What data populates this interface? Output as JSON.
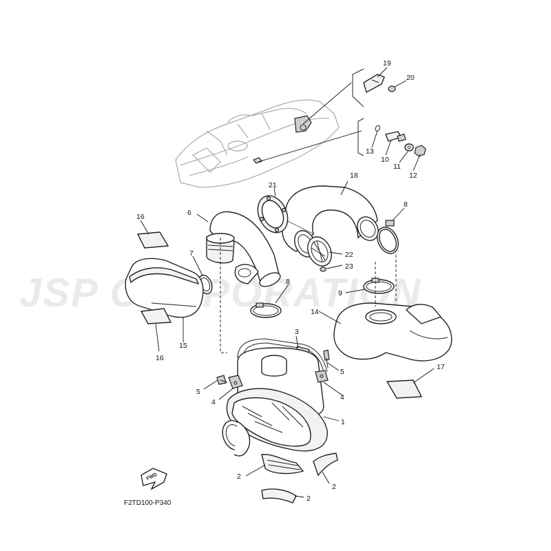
{
  "diagram_code": "F2TD100-P340",
  "watermark": "JSP CORPORATION",
  "fwd_label": "FWD",
  "callouts": {
    "c1": "1",
    "c2a": "2",
    "c2b": "2",
    "c2c": "2",
    "c3": "3",
    "c4a": "4",
    "c4b": "4",
    "c5a": "5",
    "c5b": "5",
    "c6": "6",
    "c7": "7",
    "c8a": "8",
    "c8b": "8",
    "c9": "9",
    "c10": "10",
    "c11": "11",
    "c12": "12",
    "c13": "13",
    "c14": "14",
    "c15": "15",
    "c16a": "16",
    "c16b": "16",
    "c17": "17",
    "c18": "18",
    "c19": "19",
    "c20": "20",
    "c21": "21",
    "c22": "22",
    "c23": "23"
  }
}
